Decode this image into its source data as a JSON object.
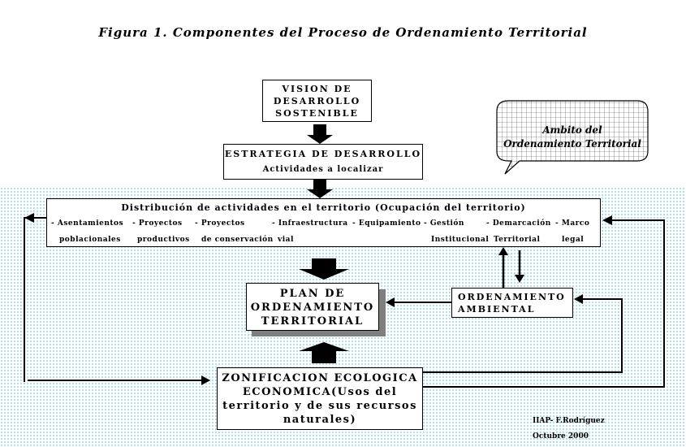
{
  "figure_title": "Figura 1. Componentes del Proceso de Ordenamiento Territorial",
  "vision": [
    "VISION DE",
    "DESARROLLO",
    "SOSTENIBLE"
  ],
  "estrategia": {
    "title": "ESTRATEGIA DE DESARROLLO",
    "subtitle": "Actividades a localizar"
  },
  "ambito": [
    "Ambito del",
    "Ordenamiento Territorial"
  ],
  "distribucion": {
    "title": "Distribución de actividades en el territorio (Ocupación del territorio)",
    "items": [
      {
        "line1": "- Asentamientos",
        "line2": "poblacionales"
      },
      {
        "line1": "- Proyectos",
        "line2": "productivos"
      },
      {
        "line1": "- Proyectos",
        "line2": "de conservación"
      },
      {
        "line1": "- Infraestructura",
        "line2": "vial"
      },
      {
        "line1": "- Equipamiento",
        "line2": ""
      },
      {
        "line1": "- Gestión",
        "line2": "Institucional"
      },
      {
        "line1": "- Demarcación",
        "line2": "Territorial"
      },
      {
        "line1": "- Marco",
        "line2": "legal"
      }
    ]
  },
  "plan": [
    "PLAN DE",
    "ORDENAMIENTO",
    "TERRITORIAL"
  ],
  "ordenamiento_ambiental": [
    "ORDENAMIENTO",
    "AMBIENTAL"
  ],
  "zonificacion": [
    "ZONIFICACION ECOLOGICA",
    "ECONOMICA(Usos del",
    "territorio y de sus recursos",
    "naturales)"
  ],
  "footer": {
    "author": "IIAP- F.Rodríguez",
    "date": "Octubre 2000"
  }
}
